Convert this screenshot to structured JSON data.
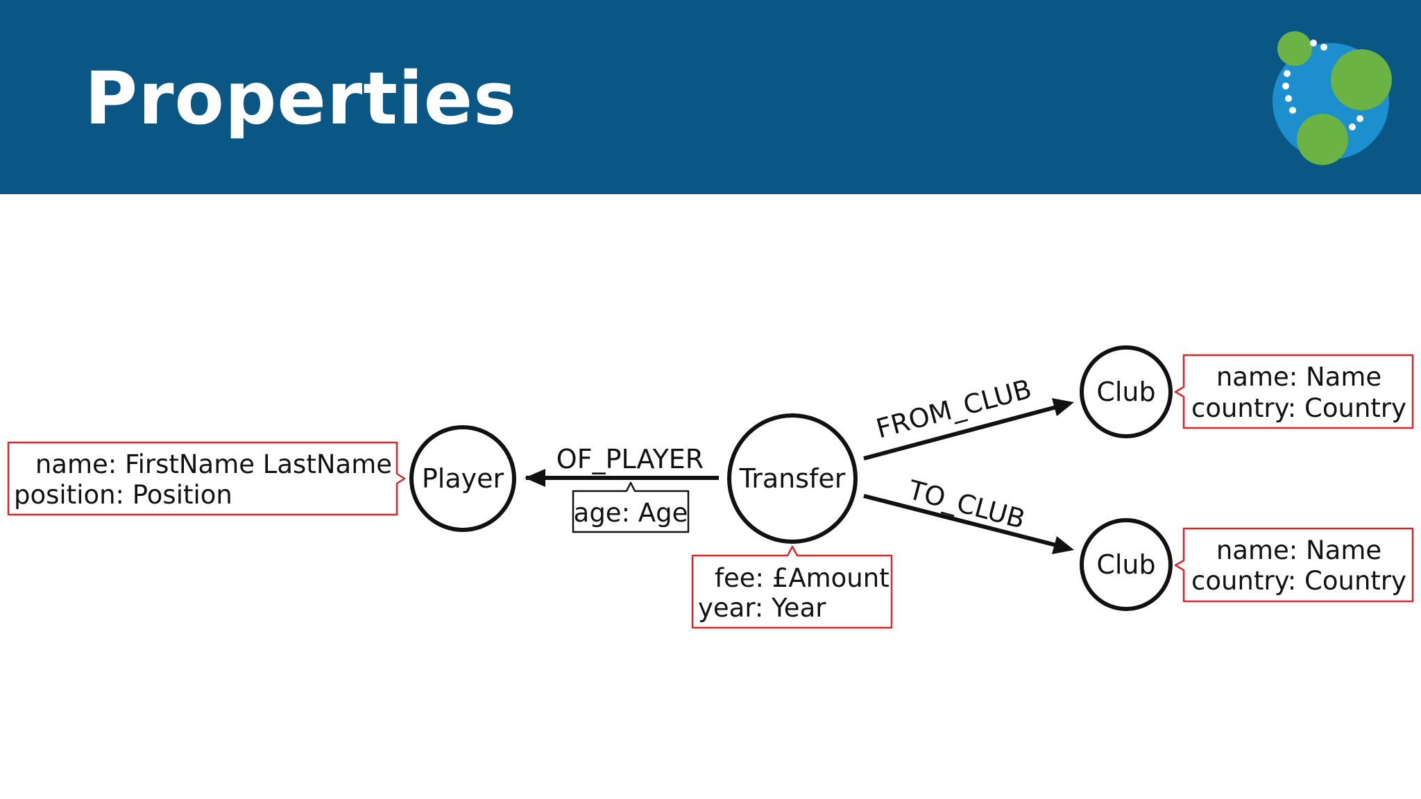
{
  "slide": {
    "title": "Properties"
  },
  "colors": {
    "header_bg": "#0a5685",
    "node_stroke": "#111111",
    "property_box_stroke": "#d9262c",
    "relationship_property_box_stroke": "#111111",
    "logo_blue": "#1d8fcf",
    "logo_green": "#6ab344"
  },
  "logo": {
    "icon": "neo4j-logo-icon"
  },
  "nodes": {
    "player": {
      "label": "Player"
    },
    "transfer": {
      "label": "Transfer"
    },
    "club_from": {
      "label": "Club"
    },
    "club_to": {
      "label": "Club"
    }
  },
  "relationships": {
    "of_player": {
      "label": "OF_PLAYER",
      "properties": [
        "age: Age"
      ]
    },
    "from_club": {
      "label": "FROM_CLUB"
    },
    "to_club": {
      "label": "TO_CLUB"
    }
  },
  "node_properties": {
    "player": [
      "name: FirstName LastName",
      "position: Position"
    ],
    "transfer": [
      "fee: £Amount",
      "year: Year"
    ],
    "club_from": [
      "name: Name",
      "country: Country"
    ],
    "club_to": [
      "name: Name",
      "country: Country"
    ]
  }
}
